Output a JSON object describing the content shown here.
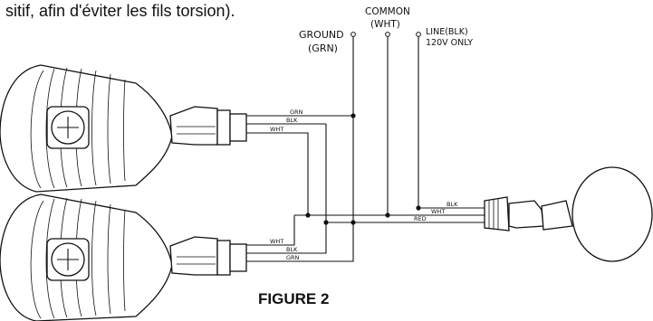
{
  "header_text": "sitif, afin d'éviter les fils torsion).",
  "figure_label": "FIGURE 2",
  "terminals": {
    "ground_line1": "GROUND",
    "ground_line2": "(GRN)",
    "common_line1": "COMMON",
    "common_line2": "(WHT)",
    "line_line1": "LINE(BLK)",
    "line_line2": "120V ONLY"
  },
  "wire_labels": {
    "top_grn": "GRN",
    "top_blk": "BLK",
    "top_wht": "WHT",
    "bot_wht": "WHT",
    "bot_blk": "BLK",
    "bot_grn": "GRN",
    "right_blk": "BLK",
    "right_wht": "WHT",
    "right_red": "RED"
  }
}
